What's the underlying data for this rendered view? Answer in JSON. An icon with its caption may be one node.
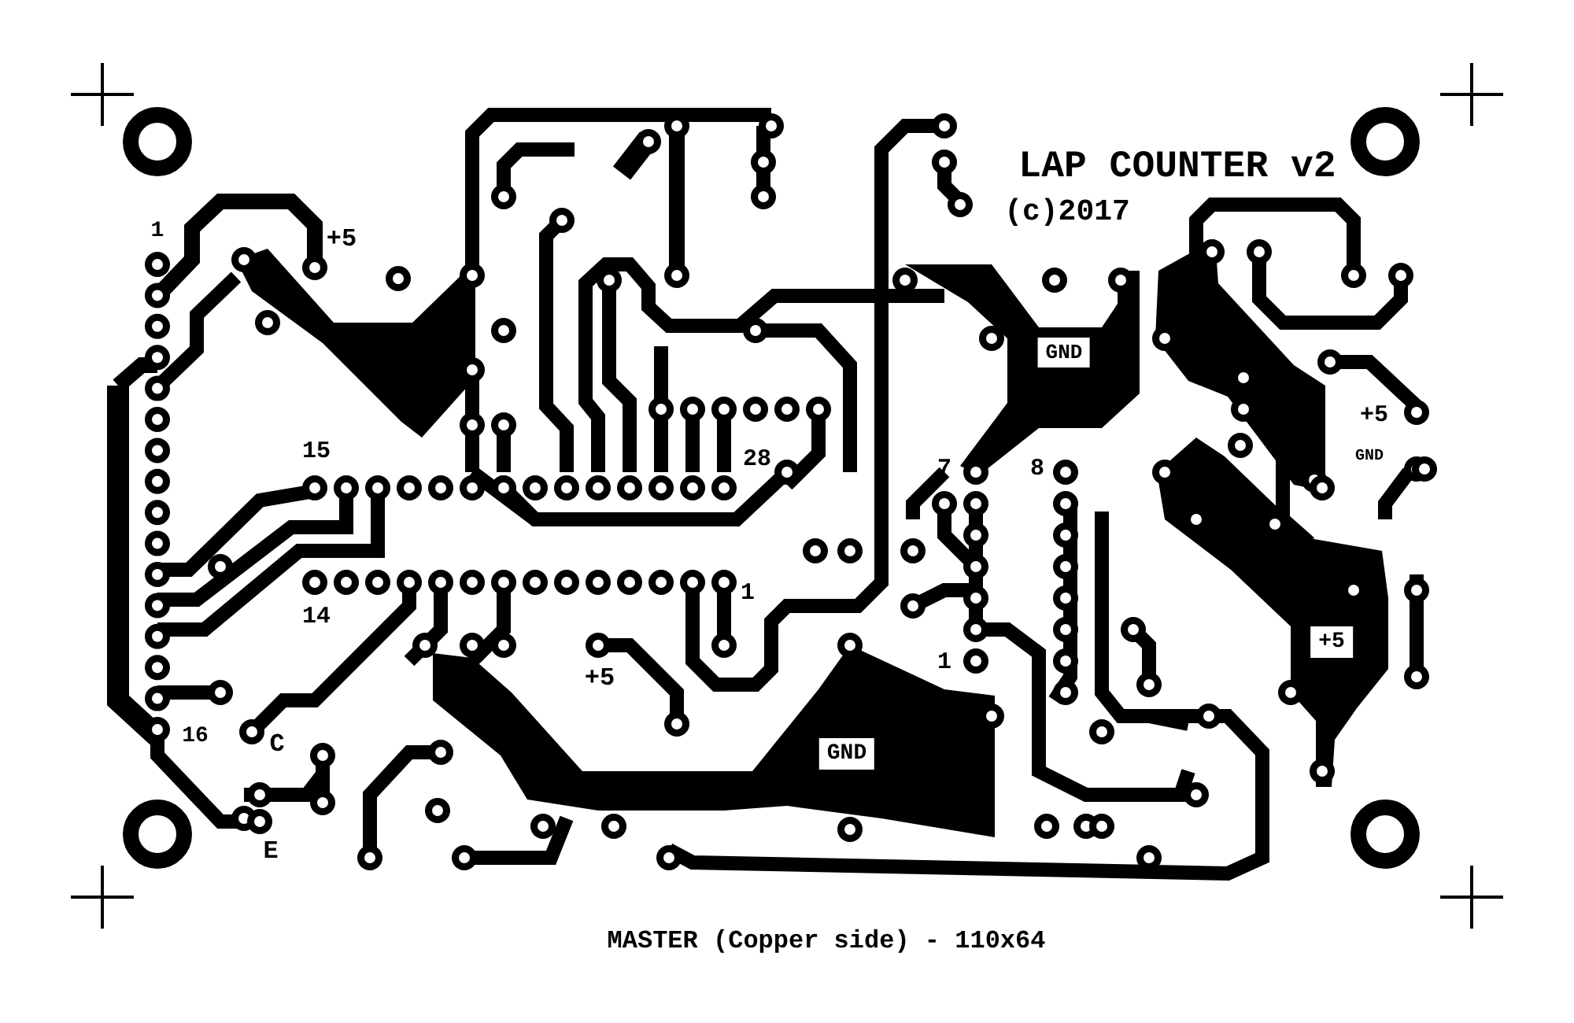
{
  "diagram": {
    "title": "LAP COUNTER v2",
    "caption": "MASTER (Copper side) - 110x64",
    "labels": [
      "(c)2017",
      "1",
      "+5",
      "GND",
      "+5",
      "15",
      "28",
      "GND",
      "7",
      "8",
      "1",
      "14",
      "+5",
      "1",
      "+5",
      "16",
      "C",
      "GND",
      "E"
    ]
  }
}
